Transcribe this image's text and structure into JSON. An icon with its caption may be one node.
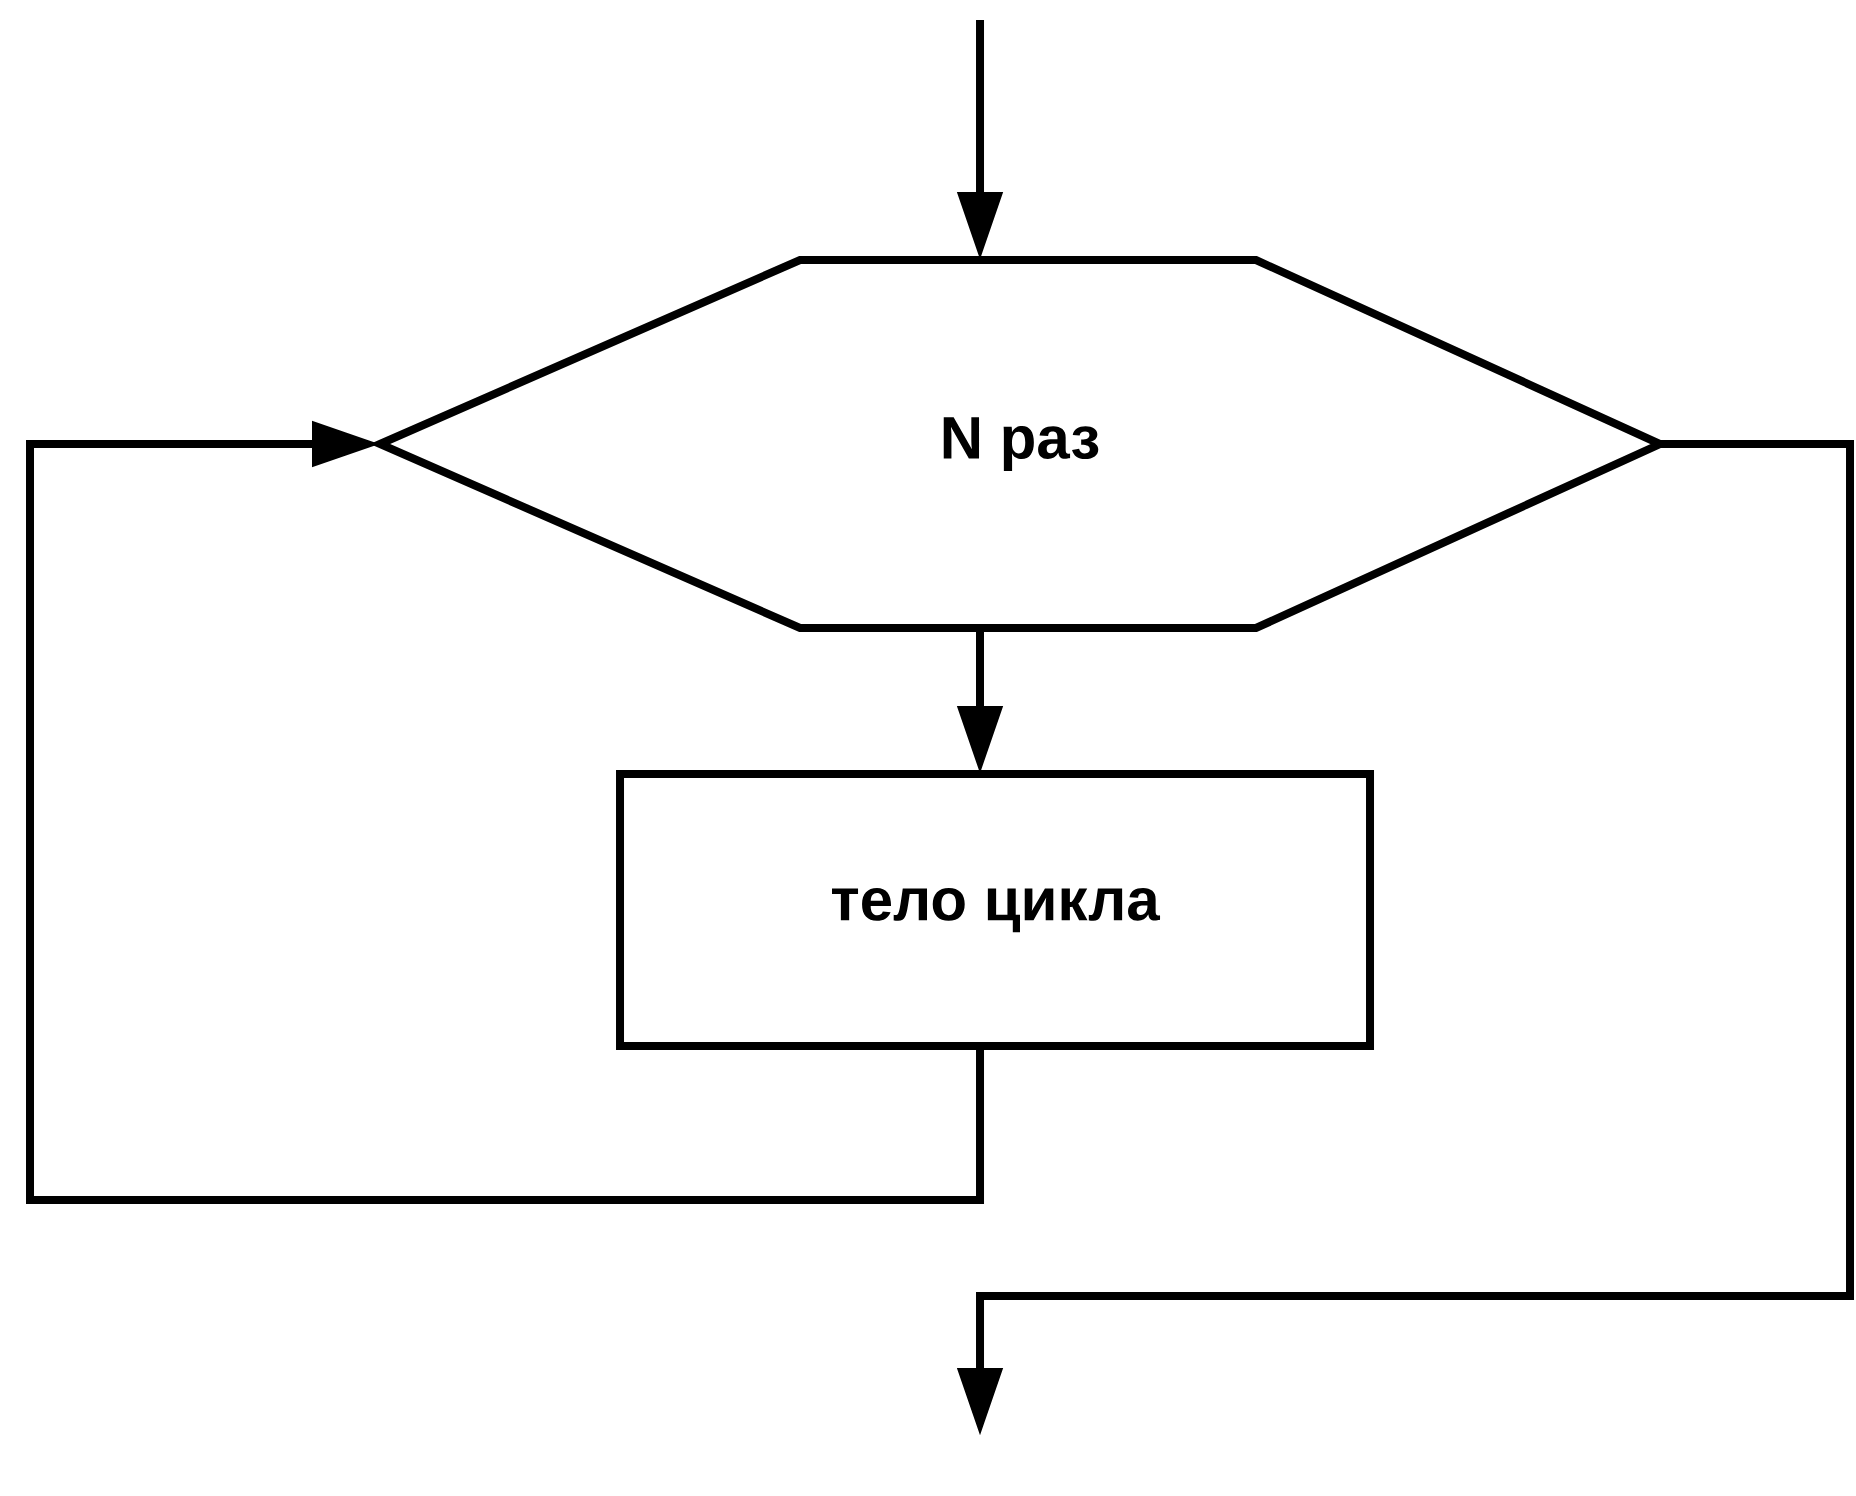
{
  "diagram": {
    "nodes": [
      {
        "text": [
          "N раз"
        ]
      },
      {
        "text": [
          "тело цикла"
        ]
      }
    ],
    "edges": [
      {
        "from": null,
        "to": 0,
        "arrow": "to"
      },
      {
        "from": 0,
        "to": 1,
        "arrow": "to"
      },
      {
        "from": 1,
        "to": 0,
        "arrow": "to"
      },
      {
        "from": 0,
        "to": null,
        "arrow": "to"
      }
    ]
  }
}
